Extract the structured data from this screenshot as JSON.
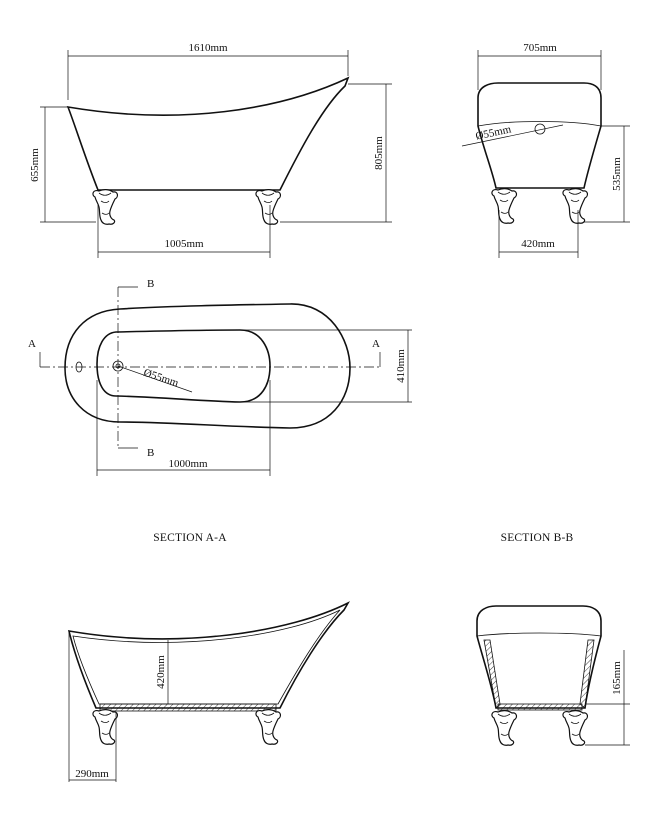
{
  "dimensions": {
    "side_length": "1610mm",
    "side_left_height": "655mm",
    "side_right_height": "805mm",
    "side_feet_spacing": "1005mm",
    "end_width": "705mm",
    "end_waste_diameter": "Ø55mm",
    "end_height": "535mm",
    "end_feet_spacing": "420mm",
    "plan_inner_length": "1000mm",
    "plan_inner_width": "410mm",
    "plan_waste_diameter": "Ø55mm",
    "section_a_depth": "420mm",
    "section_a_offset": "290mm",
    "section_b_height": "165mm"
  },
  "section_markers": {
    "a_left": "A",
    "a_right": "A",
    "b_top": "B",
    "b_bottom": "B"
  },
  "section_titles": {
    "a": "SECTION A-A",
    "b": "SECTION B-B"
  }
}
